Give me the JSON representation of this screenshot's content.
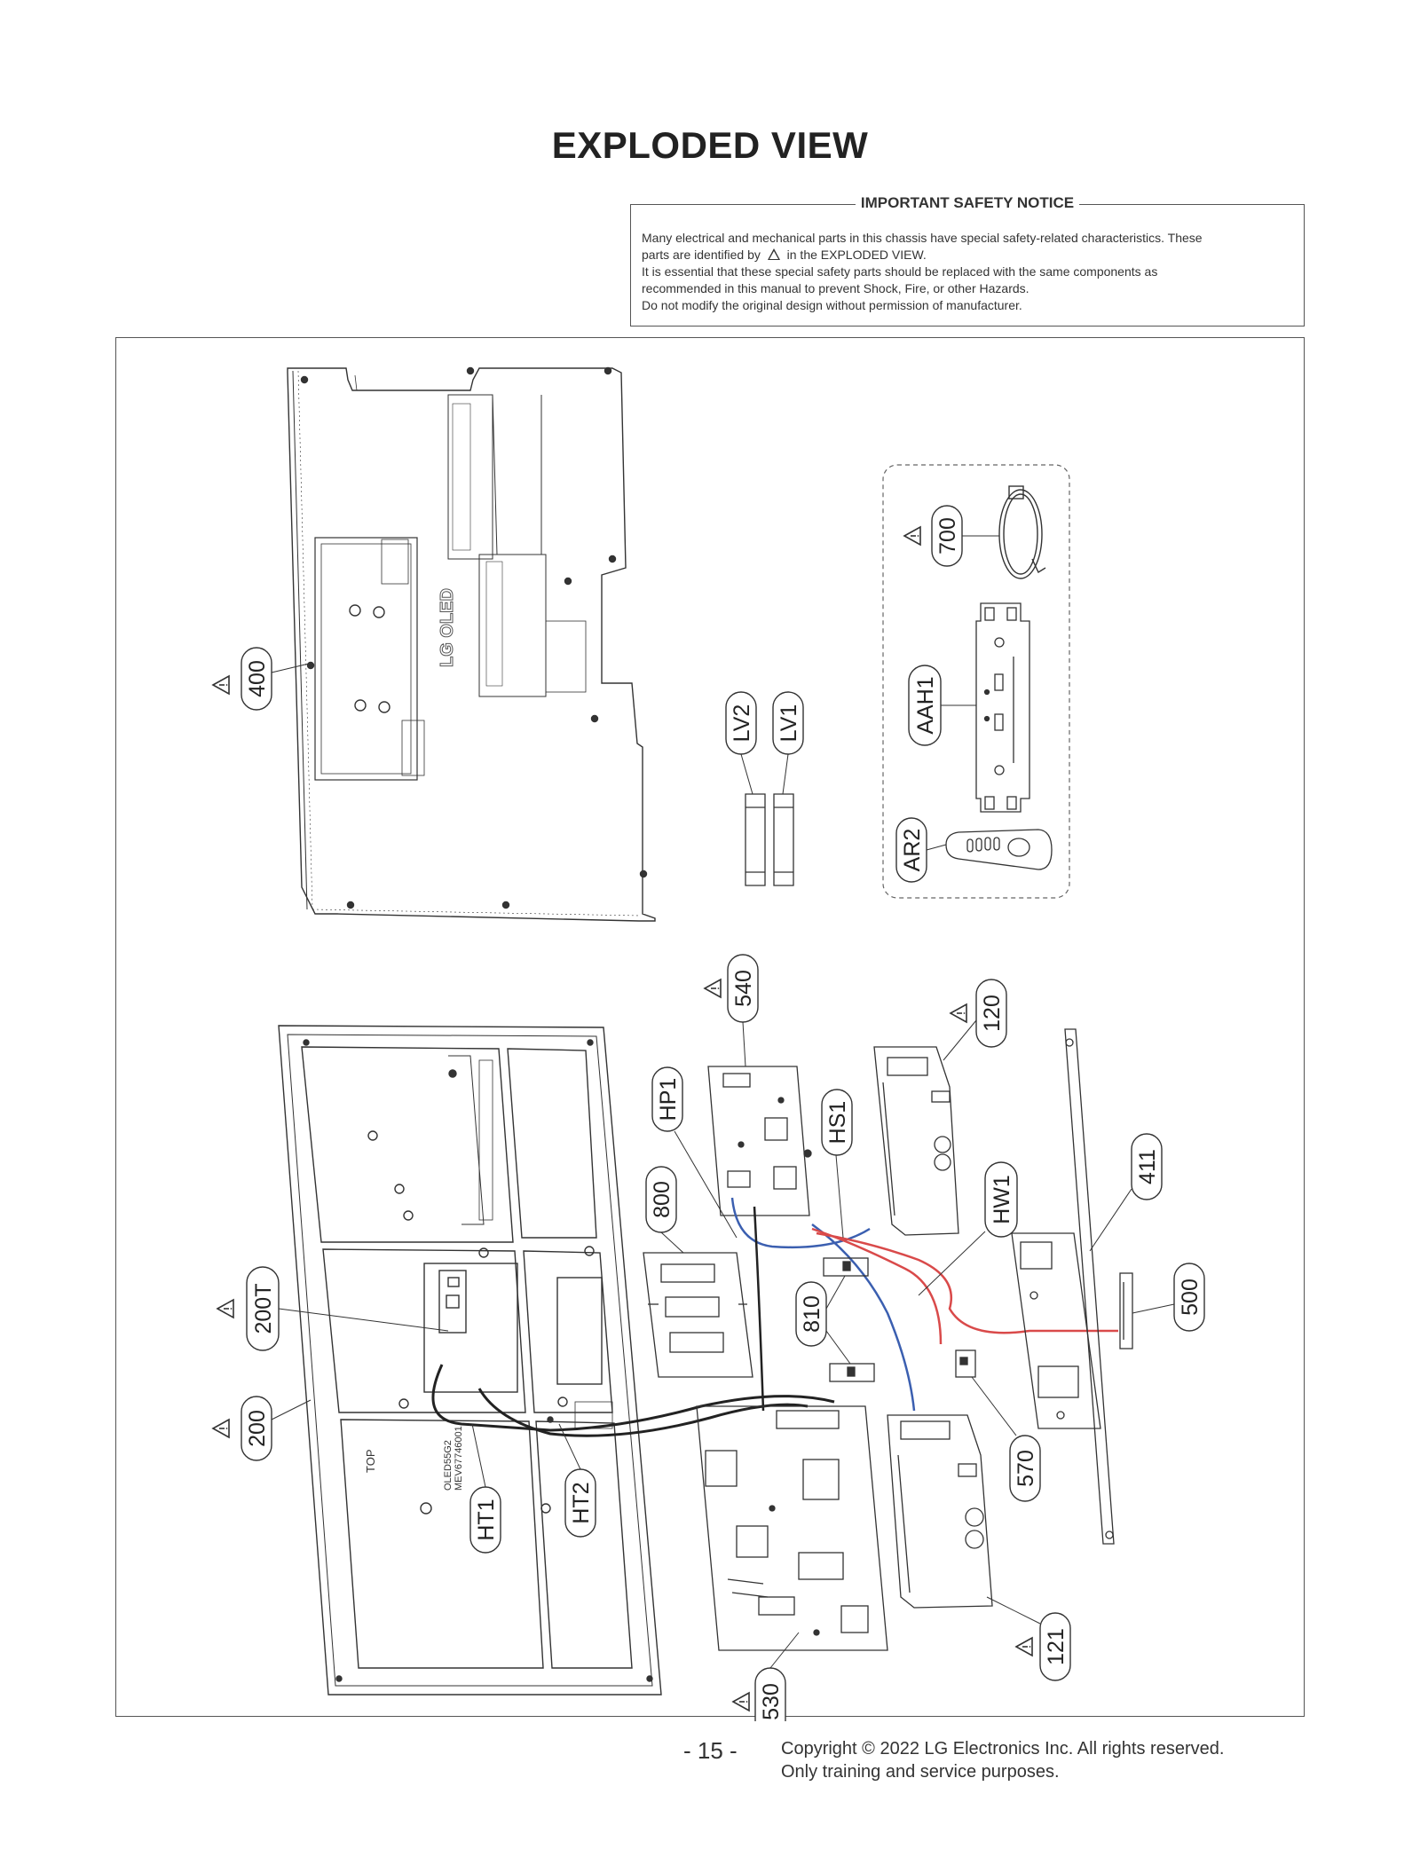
{
  "page": {
    "title": "EXPLODED VIEW",
    "page_number": "- 15 -",
    "copyright": [
      "Copyright © 2022 LG Electronics Inc. All rights reserved.",
      "Only training and service purposes."
    ]
  },
  "safety_notice": {
    "title": "IMPORTANT SAFETY NOTICE",
    "line1": "Many electrical and mechanical parts in this chassis have special safety-related characteristics. These",
    "line2_before": "parts are identified by",
    "line2_after": "in the EXPLODED VIEW.",
    "line3": "It is essential that these special safety parts should be replaced with the same components as",
    "line4": "recommended in this manual to prevent Shock, Fire, or other Hazards.",
    "line5": "Do not modify the original design without permission of manufacturer."
  },
  "diagram": {
    "panel_label": "LG OLED",
    "cover_label_top": "TOP",
    "cover_code_1": "OLED55G2",
    "cover_code_2": "MEV67746001",
    "callouts": {
      "c400": "400",
      "c700": "700",
      "cAAH1": "AAH1",
      "cAR2": "AR2",
      "cLV2": "LV2",
      "cLV1": "LV1",
      "c540": "540",
      "c120": "120",
      "cHP1": "HP1",
      "cHS1": "HS1",
      "c800": "800",
      "c411": "411",
      "cHW1": "HW1",
      "c200T": "200T",
      "c810": "810",
      "c500": "500",
      "c200": "200",
      "c570": "570",
      "cHT1": "HT1",
      "cHT2": "HT2",
      "c121": "121",
      "c530": "530"
    }
  },
  "colors": {
    "wire_red": "#d94a4a",
    "wire_blue": "#3b5fb0",
    "line": "#333333"
  }
}
